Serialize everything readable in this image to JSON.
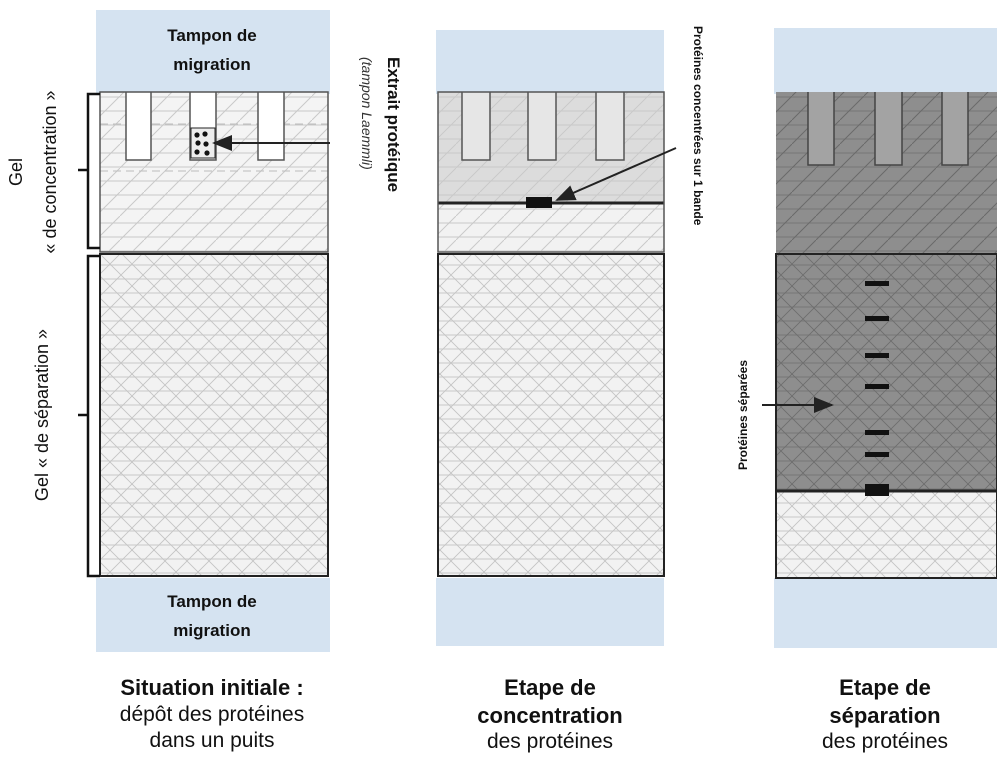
{
  "panels": [
    {
      "id": "initial",
      "top_label_line1": "Tampon de",
      "top_label_line2": "migration",
      "bottom_label_line1": "Tampon de",
      "bottom_label_line2": "migration",
      "caption_bold": "Situation initiale :",
      "caption_line2": "dépôt des protéines",
      "caption_line3": "dans un puits",
      "annotation_line1": "Extrait protéique",
      "annotation_line2": "(tampon Laemmli)"
    },
    {
      "id": "concentration",
      "caption_bold_line1": "Etape de",
      "caption_bold_line2": "concentration",
      "caption_line3": "des protéines",
      "annotation": "Protéines concentrées sur 1 bande"
    },
    {
      "id": "separation",
      "caption_bold_line1": "Etape de",
      "caption_bold_line2": "séparation",
      "caption_line3": "des protéines",
      "annotation": "Protéines séparées"
    }
  ],
  "side_labels": {
    "stacking_gel_line1": "Gel",
    "stacking_gel_line2": "« de concentration »",
    "separating_gel": "Gel « de séparation »"
  },
  "colors": {
    "buffer_blue": "#d5e3f1",
    "gel_light": "#f2f2f2",
    "gel_mid": "#dcdcdc",
    "gel_dark": "#8e8e8e",
    "band": "#111111"
  }
}
